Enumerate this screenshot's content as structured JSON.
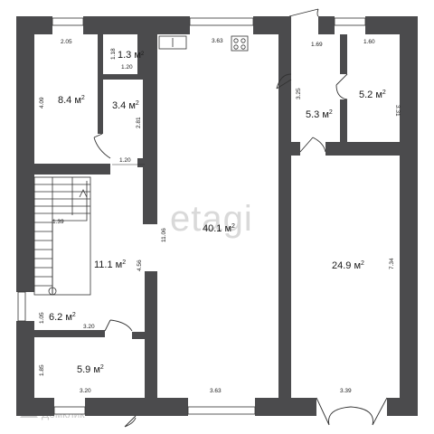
{
  "colors": {
    "wall": "#4b4b4d",
    "line": "#333333",
    "watermark": "#d9d9d9"
  },
  "rooms": [
    {
      "id": "bedroom",
      "label": "8.4 м",
      "sup": "2"
    },
    {
      "id": "wc-small",
      "label": "1.3 м",
      "sup": "2"
    },
    {
      "id": "bath",
      "label": "3.4 м",
      "sup": "2"
    },
    {
      "id": "kitchen-living",
      "label": "40.1 м",
      "sup": "2"
    },
    {
      "id": "room-ne1",
      "label": "5.3 м",
      "sup": "2"
    },
    {
      "id": "room-ne2",
      "label": "5.2 м",
      "sup": "2"
    },
    {
      "id": "hall",
      "label": "11.1 м",
      "sup": "2"
    },
    {
      "id": "garage",
      "label": "24.9 м",
      "sup": "2"
    },
    {
      "id": "corridor",
      "label": "6.2 м",
      "sup": "2"
    },
    {
      "id": "room-sw",
      "label": "5.9 м",
      "sup": "2"
    }
  ],
  "dimensions": [
    {
      "id": "d1",
      "text": "2.05"
    },
    {
      "id": "d2",
      "text": "1.18"
    },
    {
      "id": "d3",
      "text": "1.20"
    },
    {
      "id": "d4",
      "text": "4.09"
    },
    {
      "id": "d5",
      "text": "2.81"
    },
    {
      "id": "d6",
      "text": "1.20"
    },
    {
      "id": "d7",
      "text": "3.63"
    },
    {
      "id": "d8",
      "text": "1.69"
    },
    {
      "id": "d9",
      "text": "1.60"
    },
    {
      "id": "d10",
      "text": "3.25"
    },
    {
      "id": "d11",
      "text": "3.31"
    },
    {
      "id": "d12",
      "text": "11.06"
    },
    {
      "id": "d13",
      "text": "1.39"
    },
    {
      "id": "d14",
      "text": "4.56"
    },
    {
      "id": "d15",
      "text": "7.34"
    },
    {
      "id": "d16",
      "text": "1.05"
    },
    {
      "id": "d17",
      "text": "3.20"
    },
    {
      "id": "d18",
      "text": "1.85"
    },
    {
      "id": "d19",
      "text": "3.20"
    },
    {
      "id": "d20",
      "text": "3.63"
    },
    {
      "id": "d21",
      "text": "3.39"
    }
  ],
  "watermark": {
    "text": "etagi",
    "logo_text": "Домклик"
  }
}
